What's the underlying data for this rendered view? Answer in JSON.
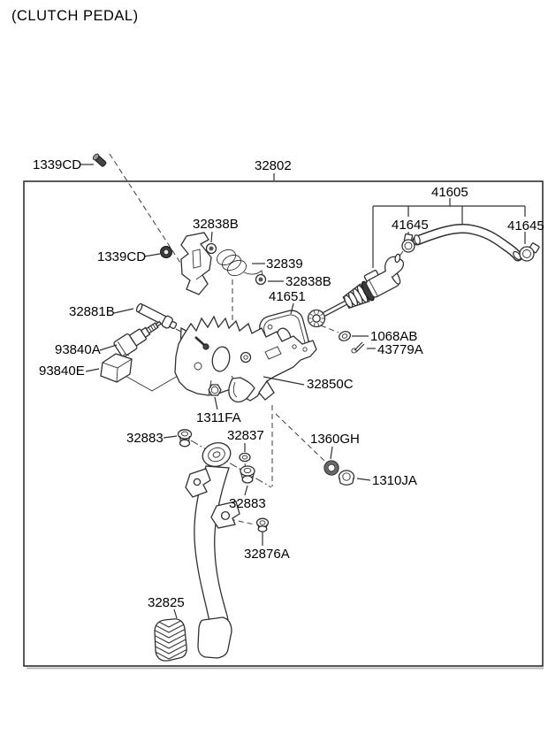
{
  "title": "(CLUTCH PEDAL)",
  "colors": {
    "background": "#ffffff",
    "line": "#303030",
    "hardware_dark": "#3a3a3a",
    "frame_border": "#303030"
  },
  "part_labels": {
    "32802": "32802",
    "1339CD": "1339CD",
    "41605": "41605",
    "41645": "41645",
    "32838B": "32838B",
    "32839": "32839",
    "41651": "41651",
    "32881B": "32881B",
    "93840A": "93840A",
    "93840E": "93840E",
    "1068AB": "1068AB",
    "43779A": "43779A",
    "32850C": "32850C",
    "1311FA": "1311FA",
    "32883": "32883",
    "32837": "32837",
    "1360GH": "1360GH",
    "1310JA": "1310JA",
    "32876A": "32876A",
    "32825": "32825"
  }
}
